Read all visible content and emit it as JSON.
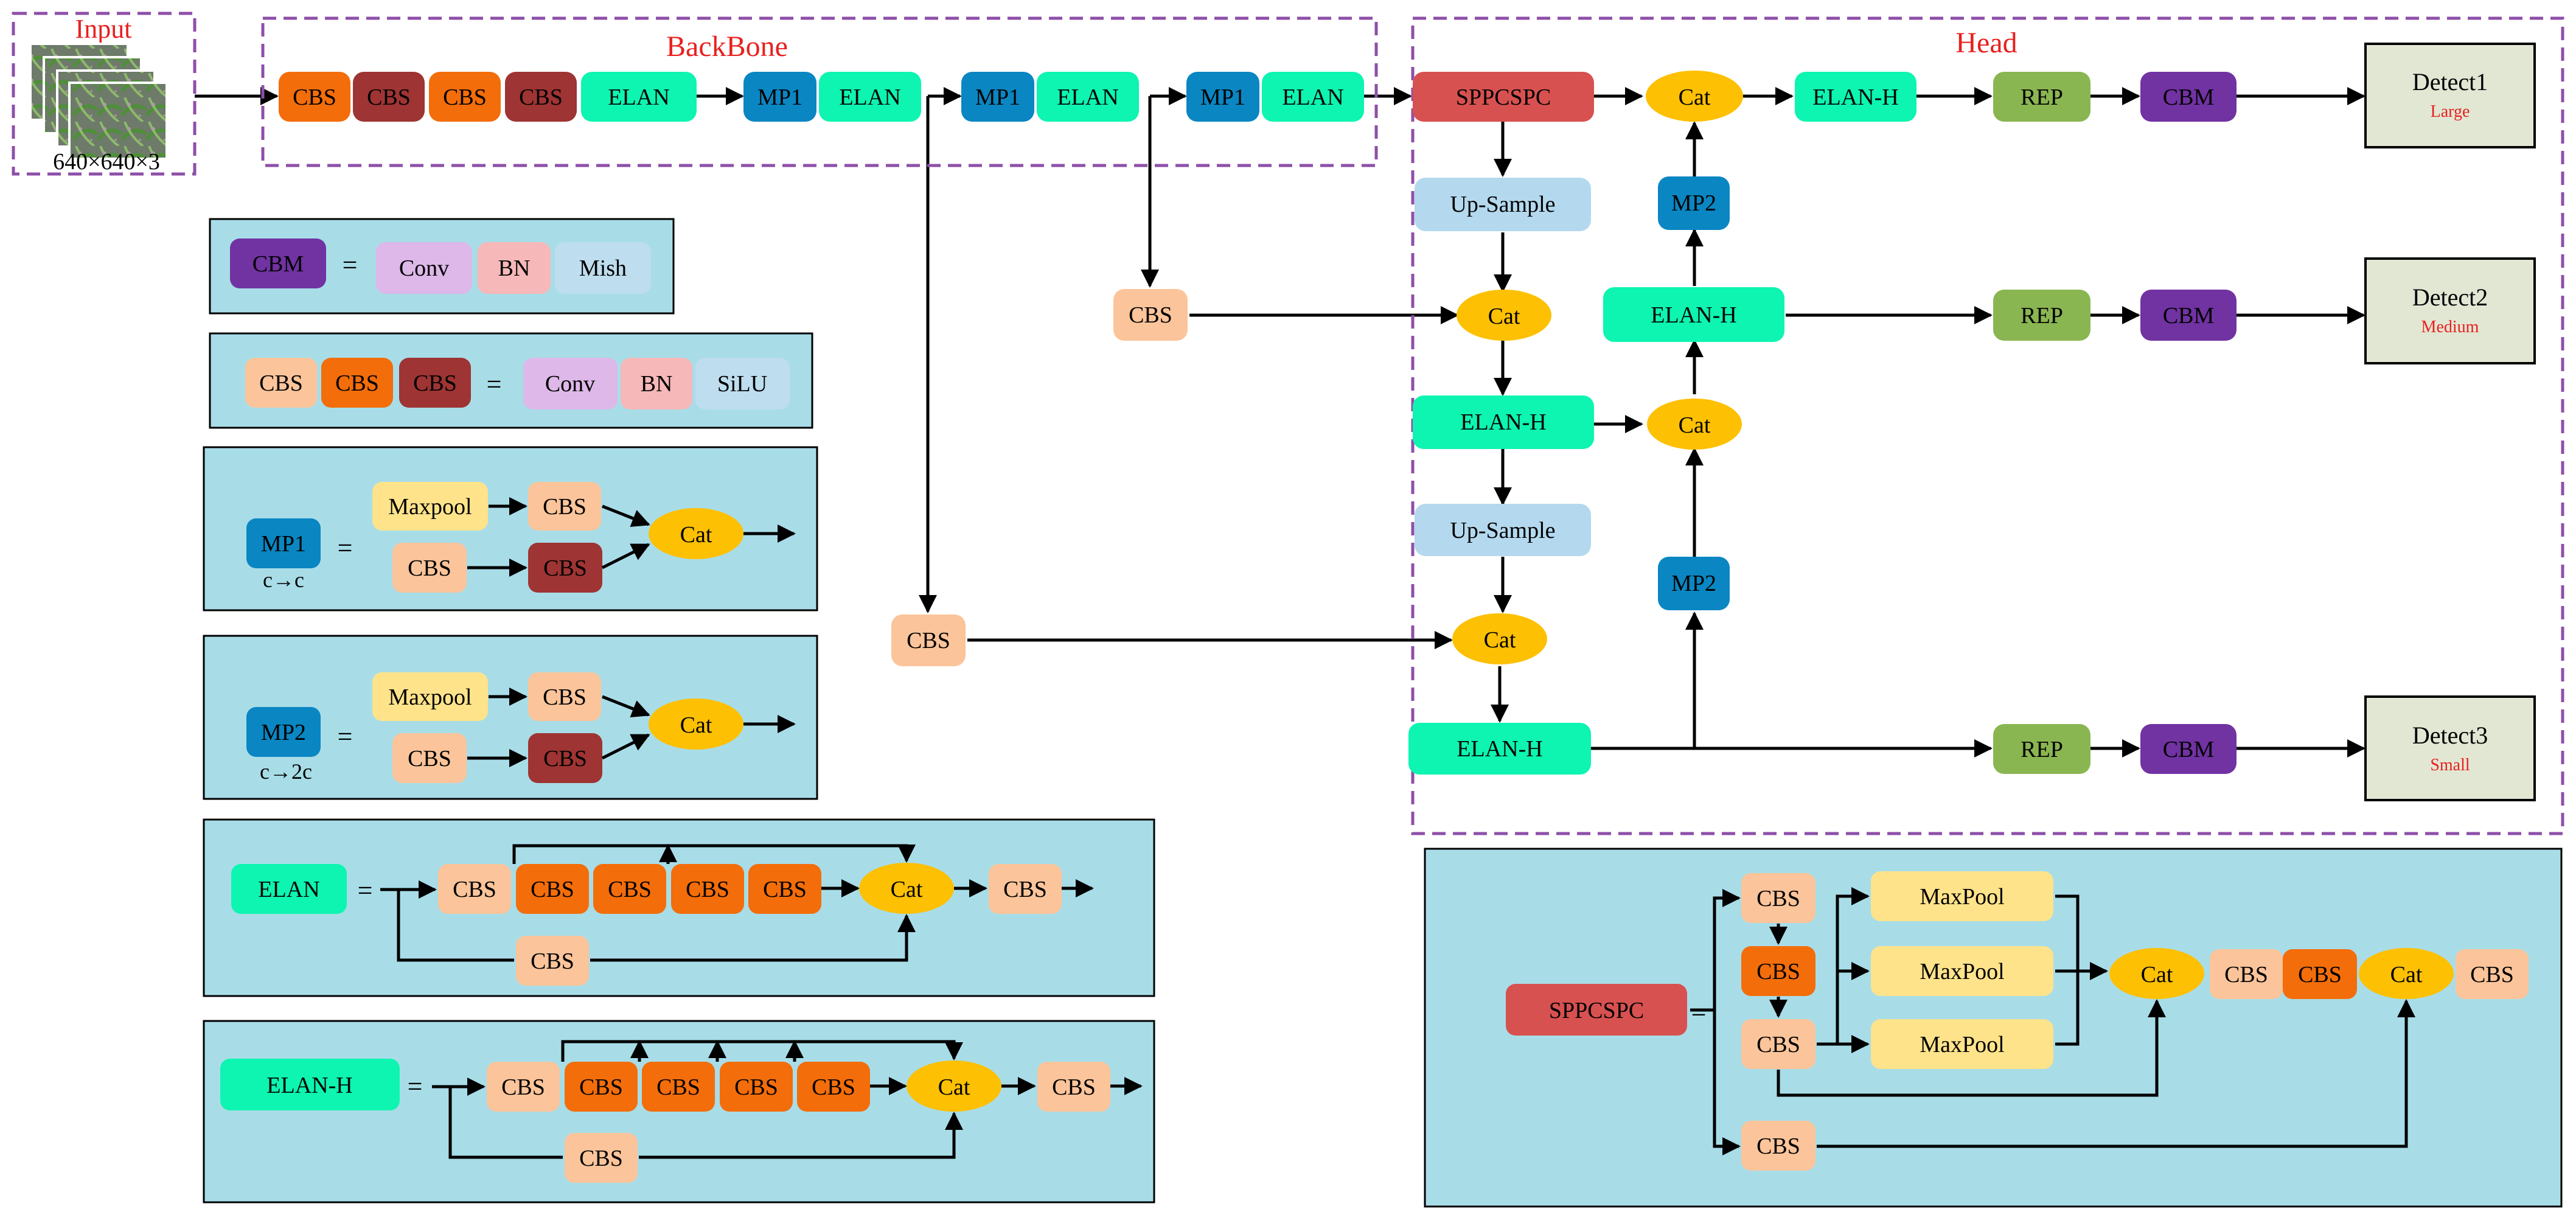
{
  "colors": {
    "cbs_light": "#FBC49A",
    "cbs_orange": "#F36D0A",
    "cbs_brown": "#9E3433",
    "elan": "#0DF5B0",
    "mp_blue": "#0A86C2",
    "cat": "#FDC003",
    "sppcspc": "#D75150",
    "upsample": "#B4D9EE",
    "rep": "#8AB651",
    "cbm": "#7132A2",
    "detect": "#E1E7D3",
    "legend_bg": "#A8DDE8",
    "conv": "#DDB8E8",
    "bn": "#F6B8B8",
    "mish": "#BEDDEE",
    "maxpool": "#FFE38A",
    "dashed_border": "#8E4FA8",
    "title_red": "#E8201F"
  },
  "titles": {
    "input": "Input",
    "backbone": "BackBone",
    "head": "Head"
  },
  "input": {
    "size": "640×640×3"
  },
  "labels": {
    "cbs": "CBS",
    "elan": "ELAN",
    "elan_h": "ELAN-H",
    "mp1": "MP1",
    "mp2": "MP2",
    "cat": "Cat",
    "sppcspc": "SPPCSPC",
    "upsample": "Up-Sample",
    "rep": "REP",
    "cbm": "CBM",
    "conv": "Conv",
    "bn": "BN",
    "mish": "Mish",
    "silu": "SiLU",
    "maxpool": "Maxpool",
    "maxpool_cap": "MaxPool",
    "equals": "=",
    "mp1_note": "c→c",
    "mp2_note": "c→2c"
  },
  "detects": [
    {
      "name": "Detect1",
      "size": "Large"
    },
    {
      "name": "Detect2",
      "size": "Medium"
    },
    {
      "name": "Detect3",
      "size": "Small"
    }
  ]
}
